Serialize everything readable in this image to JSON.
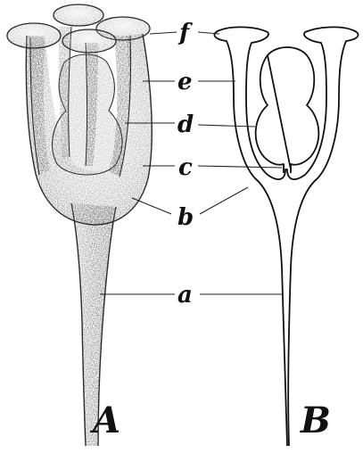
{
  "figure": {
    "part_labels": [
      "f",
      "e",
      "d",
      "c",
      "b",
      "a"
    ],
    "panel_labels": [
      "A",
      "B"
    ],
    "colors": {
      "ink": "#111111",
      "shade_dark": "#3a3a3a",
      "shade_mid": "#8a8a8a",
      "shade_light": "#c8c8c8",
      "paper": "#ffffff"
    }
  }
}
